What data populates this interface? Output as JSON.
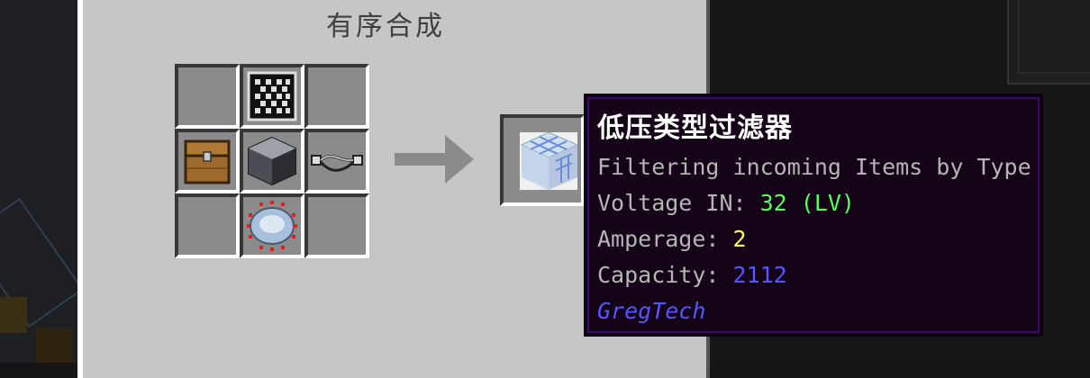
{
  "gui": {
    "title": "有序合成"
  },
  "grid_slots": [
    {
      "item": "empty"
    },
    {
      "item": "item-filter"
    },
    {
      "item": "empty"
    },
    {
      "item": "chest"
    },
    {
      "item": "lv-machine-hull"
    },
    {
      "item": "conveyor-cable"
    },
    {
      "item": "empty"
    },
    {
      "item": "lv-circuit"
    },
    {
      "item": "empty"
    }
  ],
  "output": {
    "item": "type-filter"
  },
  "tooltip": {
    "title": "低压类型过滤器",
    "description": "Filtering incoming Items by Type",
    "voltage_label": "Voltage IN: ",
    "voltage_value": "32 (LV)",
    "amperage_label": "Amperage: ",
    "amperage_value": "2",
    "capacity_label": "Capacity: ",
    "capacity_value": "2112",
    "mod": "GregTech"
  },
  "colors": {
    "gui_bg": "#c6c6c6",
    "slot_bg": "#8b8b8b",
    "tooltip_bg": "#150318",
    "tooltip_border": "#3a0a6e",
    "voltage": "#55ff55",
    "amperage": "#ffff55",
    "capacity": "#5555ff",
    "mod": "#5555ff"
  }
}
